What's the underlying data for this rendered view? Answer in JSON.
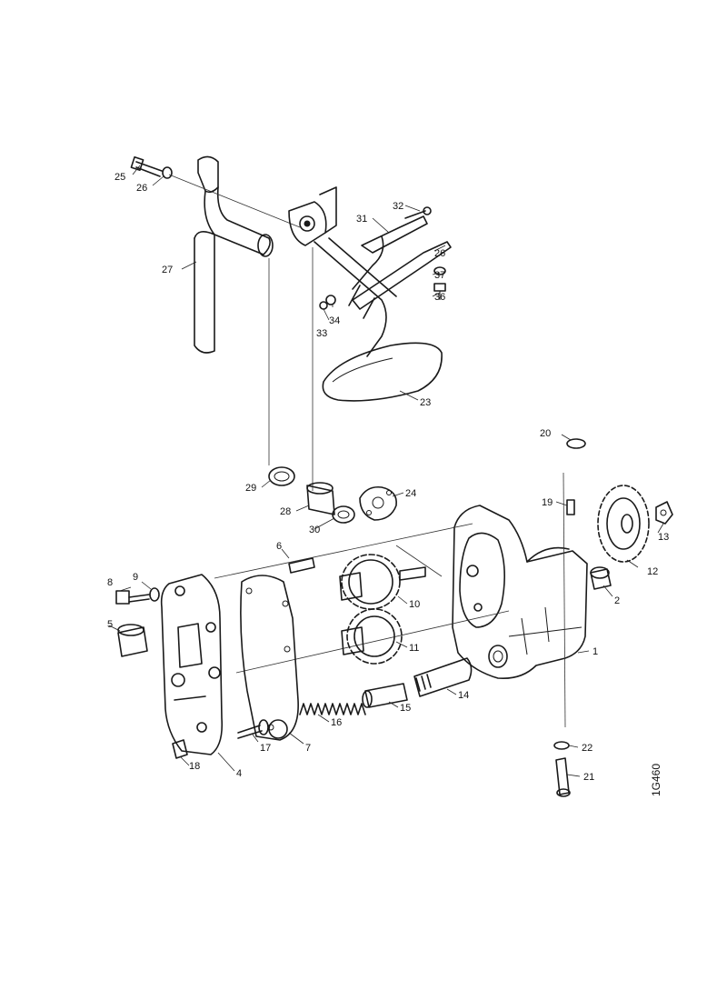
{
  "drawing_ref": "1G460",
  "callouts": [
    {
      "id": "c1",
      "text": "1"
    },
    {
      "id": "c2",
      "text": "2"
    },
    {
      "id": "c4",
      "text": "4"
    },
    {
      "id": "c5",
      "text": "5"
    },
    {
      "id": "c6",
      "text": "6"
    },
    {
      "id": "c7",
      "text": "7"
    },
    {
      "id": "c8",
      "text": "8"
    },
    {
      "id": "c9",
      "text": "9"
    },
    {
      "id": "c10",
      "text": "10"
    },
    {
      "id": "c11",
      "text": "11"
    },
    {
      "id": "c12",
      "text": "12"
    },
    {
      "id": "c13",
      "text": "13"
    },
    {
      "id": "c14",
      "text": "14"
    },
    {
      "id": "c15",
      "text": "15"
    },
    {
      "id": "c16",
      "text": "16"
    },
    {
      "id": "c17",
      "text": "17"
    },
    {
      "id": "c18",
      "text": "18"
    },
    {
      "id": "c19",
      "text": "19"
    },
    {
      "id": "c20",
      "text": "20"
    },
    {
      "id": "c21",
      "text": "21"
    },
    {
      "id": "c22",
      "text": "22"
    },
    {
      "id": "c23",
      "text": "23"
    },
    {
      "id": "c24",
      "text": "24"
    },
    {
      "id": "c25",
      "text": "25"
    },
    {
      "id": "c26a",
      "text": "26"
    },
    {
      "id": "c26b",
      "text": "26"
    },
    {
      "id": "c27",
      "text": "27"
    },
    {
      "id": "c28",
      "text": "28"
    },
    {
      "id": "c29",
      "text": "29"
    },
    {
      "id": "c30",
      "text": "30"
    },
    {
      "id": "c31",
      "text": "31"
    },
    {
      "id": "c32",
      "text": "32"
    },
    {
      "id": "c33",
      "text": "33"
    },
    {
      "id": "c34",
      "text": "34"
    },
    {
      "id": "c36",
      "text": "36"
    },
    {
      "id": "c37",
      "text": "37"
    }
  ]
}
